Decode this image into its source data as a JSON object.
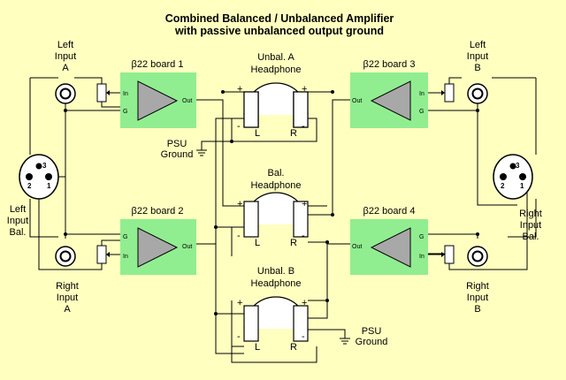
{
  "title": {
    "line1": "Combined Balanced / Unbalanced Amplifier",
    "line2": "with passive unbalanced output ground"
  },
  "inputs": {
    "left_a": [
      "Left",
      "Input",
      "A"
    ],
    "right_a": [
      "Right",
      "Input",
      "A"
    ],
    "left_b": [
      "Left",
      "Input",
      "B"
    ],
    "right_b": [
      "Right",
      "Input",
      "B"
    ],
    "left_bal": [
      "Left",
      "Input",
      "Bal."
    ],
    "right_bal": [
      "Right",
      "Input",
      "Bal."
    ]
  },
  "boards": {
    "b1": "β22 board 1",
    "b2": "β22 board 2",
    "b3": "β22 board 3",
    "b4": "β22 board 4"
  },
  "pins": {
    "in": "In",
    "g": "G",
    "out": "Out"
  },
  "xlr_pins": {
    "p1": "1",
    "p2": "2",
    "p3": "3"
  },
  "headphones": {
    "unbal_a": [
      "Unbal. A",
      "Headphone"
    ],
    "bal": [
      "Bal.",
      "Headphone"
    ],
    "unbal_b": [
      "Unbal. B",
      "Headphone"
    ],
    "left": "L",
    "right": "R",
    "plus": "+",
    "minus": "-"
  },
  "psu_ground": [
    "PSU",
    "Ground"
  ],
  "colors": {
    "background": "#ffffc0",
    "board": "#90ee90",
    "amp_triangle": "#a8a8a8"
  }
}
